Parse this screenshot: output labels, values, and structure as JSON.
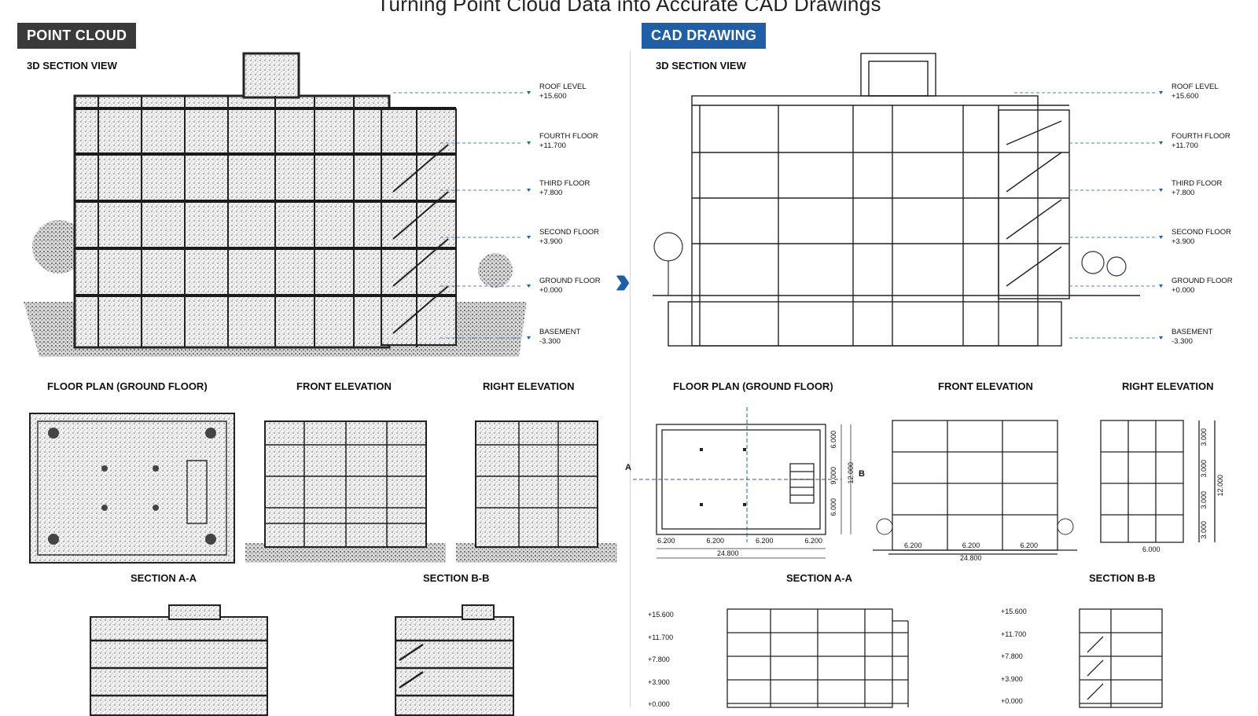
{
  "title": "Turning Point Cloud Data into Accurate CAD Drawings",
  "left": {
    "badge": "POINT CLOUD",
    "section_view": "3D SECTION VIEW",
    "floor_plan": "FLOOR PLAN (GROUND FLOOR)",
    "front_elevation": "FRONT ELEVATION",
    "right_elevation": "RIGHT ELEVATION",
    "section_aa": "SECTION A-A",
    "section_bb": "SECTION B-B"
  },
  "right": {
    "badge": "CAD DRAWING",
    "section_view": "3D SECTION VIEW",
    "floor_plan": "FLOOR PLAN (GROUND FLOOR)",
    "front_elevation": "FRONT ELEVATION",
    "right_elevation": "RIGHT ELEVATION",
    "section_aa": "SECTION A-A",
    "section_bb": "SECTION B-B"
  },
  "levels": [
    {
      "name": "ROOF LEVEL",
      "value": "+15.600"
    },
    {
      "name": "FOURTH FLOOR",
      "value": "+11.700"
    },
    {
      "name": "THIRD FLOOR",
      "value": "+7.800"
    },
    {
      "name": "SECOND FLOOR",
      "value": "+3.900"
    },
    {
      "name": "GROUND FLOOR",
      "value": "+0.000"
    },
    {
      "name": "BASEMENT",
      "value": "-3.300"
    }
  ],
  "plan_dims": {
    "bays": [
      "6.200",
      "6.200",
      "6.200",
      "6.200"
    ],
    "total": "24.800",
    "side": [
      "6.000",
      "9.000",
      "6.000"
    ],
    "side_total": "12.000",
    "marker_a": "A",
    "marker_b": "B"
  },
  "front_dims": {
    "bays": [
      "6.200",
      "6.200",
      "6.200"
    ],
    "total": "24.800"
  },
  "right_dims": {
    "heights": [
      "3.000",
      "3.000",
      "3.000",
      "3.000"
    ],
    "total": "12.000",
    "width": "6.000"
  },
  "section_levels": [
    "+15.600",
    "+11.700",
    "+7.800",
    "+3.900",
    "+0.000"
  ],
  "colors": {
    "accent": "#1f5fa8",
    "dark_badge": "#3a3a3a",
    "level_line": "#4a86c8"
  }
}
